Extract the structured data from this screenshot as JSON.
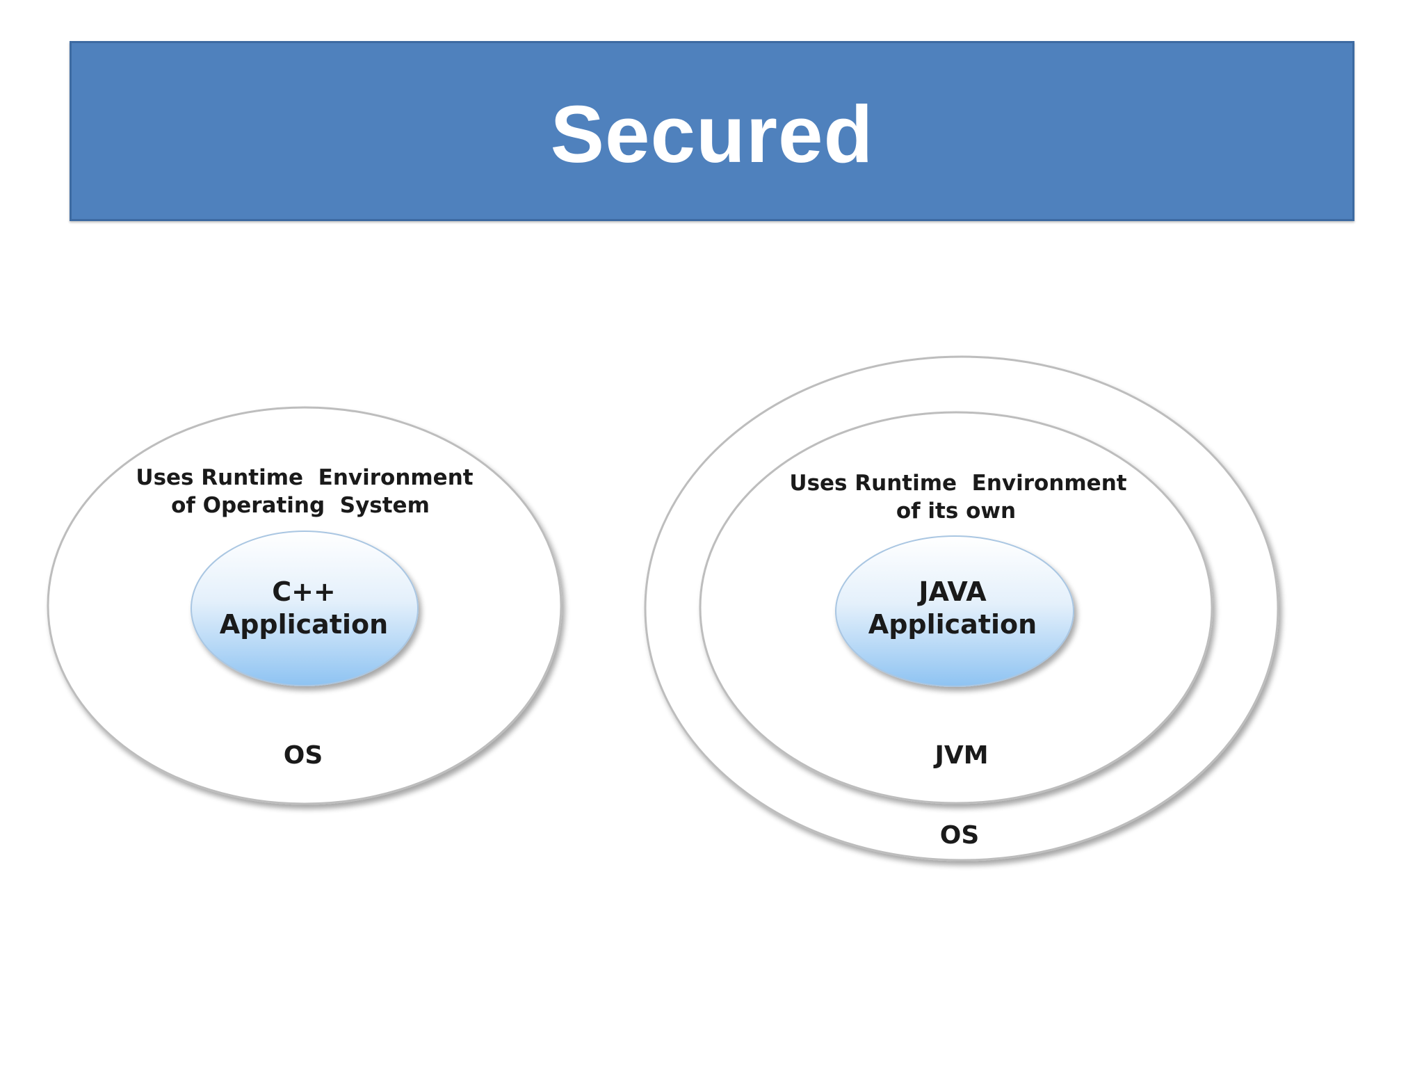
{
  "title": "Secured",
  "colors": {
    "banner": "#4f81bd",
    "app_bubble_top": "#ffffff",
    "app_bubble_bottom": "#8ec3f2",
    "outline": "#b8b8b8"
  },
  "left_diagram": {
    "caption_line1": "Uses Runtime  Environment",
    "caption_line2": "of Operating  System",
    "app_line1": "C++",
    "app_line2": "Application",
    "outer_layer": "OS"
  },
  "right_diagram": {
    "caption_line1": "Uses Runtime  Environment",
    "caption_line2": "of its own",
    "app_line1": "JAVA",
    "app_line2": "Application",
    "inner_layer": "JVM",
    "outer_layer": "OS"
  }
}
